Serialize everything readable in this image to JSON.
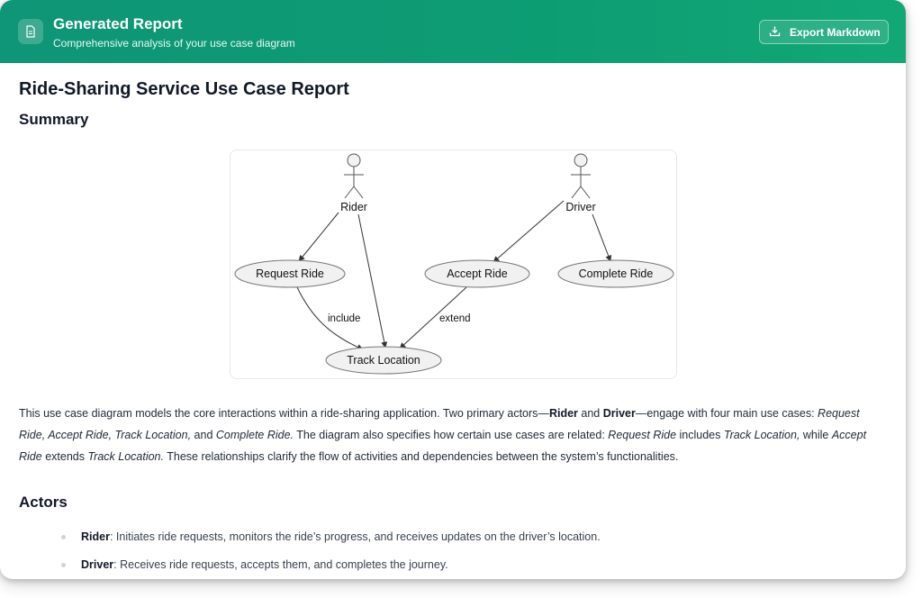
{
  "header": {
    "title": "Generated Report",
    "subtitle": "Comprehensive analysis of your use case diagram",
    "export_label": "Export Markdown",
    "colors": {
      "gradient_start": "#0f9577",
      "gradient_end": "#12a876"
    }
  },
  "report": {
    "title": "Ride-Sharing Service Use Case Report",
    "summary_heading": "Summary",
    "diagram": {
      "actors": [
        "Rider",
        "Driver"
      ],
      "use_cases": [
        "Request Ride",
        "Accept Ride",
        "Complete Ride",
        "Track Location"
      ],
      "relations": {
        "include": "include",
        "extend": "extend"
      }
    },
    "summary_parts": [
      "This use case diagram models the core interactions within a ride-sharing application. Two primary actors—",
      "Rider",
      " and ",
      "Driver",
      "—engage with four main use cases: ",
      "Request Ride, Accept Ride, Track Location,",
      " and ",
      "Complete Ride.",
      " The diagram also specifies how certain use cases are related: ",
      "Request Ride",
      " includes ",
      "Track Location,",
      " while ",
      "Accept Ride",
      " extends ",
      "Track Location.",
      " These relationships clarify the flow of activities and dependencies between the system’s functionalities."
    ],
    "actors_heading": "Actors",
    "actors": [
      {
        "name": "Rider",
        "desc": ": Initiates ride requests, monitors the ride’s progress, and receives updates on the driver’s location."
      },
      {
        "name": "Driver",
        "desc": ": Receives ride requests, accepts them, and completes the journey."
      }
    ]
  }
}
